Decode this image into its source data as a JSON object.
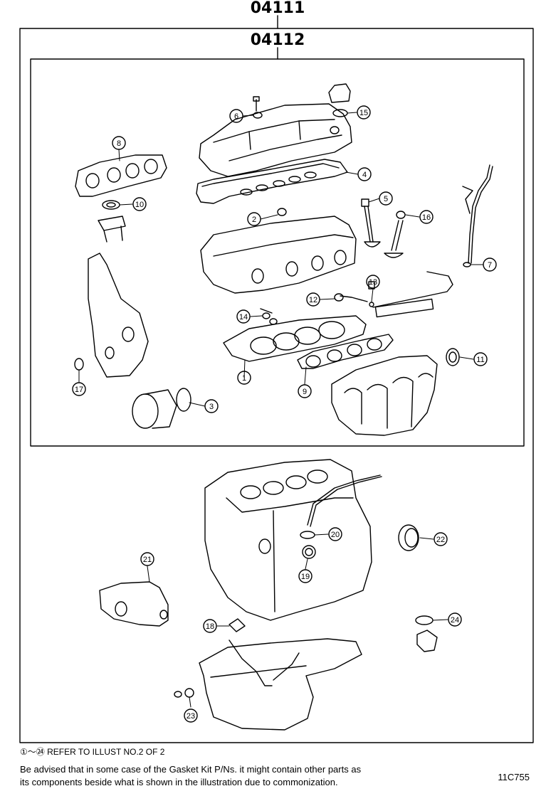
{
  "assembly": {
    "outer_code": "04111",
    "inner_code": "04112"
  },
  "callouts": [
    {
      "id": "1",
      "label": "1"
    },
    {
      "id": "2",
      "label": "2"
    },
    {
      "id": "3",
      "label": "3"
    },
    {
      "id": "4",
      "label": "4"
    },
    {
      "id": "5",
      "label": "5"
    },
    {
      "id": "6",
      "label": "6"
    },
    {
      "id": "7",
      "label": "7"
    },
    {
      "id": "8",
      "label": "8"
    },
    {
      "id": "9",
      "label": "9"
    },
    {
      "id": "10",
      "label": "10"
    },
    {
      "id": "11",
      "label": "11"
    },
    {
      "id": "12",
      "label": "12"
    },
    {
      "id": "13",
      "label": "13"
    },
    {
      "id": "14",
      "label": "14"
    },
    {
      "id": "15",
      "label": "15"
    },
    {
      "id": "16",
      "label": "16"
    },
    {
      "id": "17",
      "label": "17"
    },
    {
      "id": "18",
      "label": "18"
    },
    {
      "id": "19",
      "label": "19"
    },
    {
      "id": "20",
      "label": "20"
    },
    {
      "id": "21",
      "label": "21"
    },
    {
      "id": "22",
      "label": "22"
    },
    {
      "id": "23",
      "label": "23"
    },
    {
      "id": "24",
      "label": "24"
    }
  ],
  "footer": {
    "refer_note": "①～㉔ REFER TO ILLUST NO.2 OF 2",
    "advisory_line1": "Be advised that in some case of the Gasket Kit P/Ns.  it might contain other parts as",
    "advisory_line2": "its components beside what is shown in the illustration due to commonization.",
    "illustration_id": "11C755"
  }
}
